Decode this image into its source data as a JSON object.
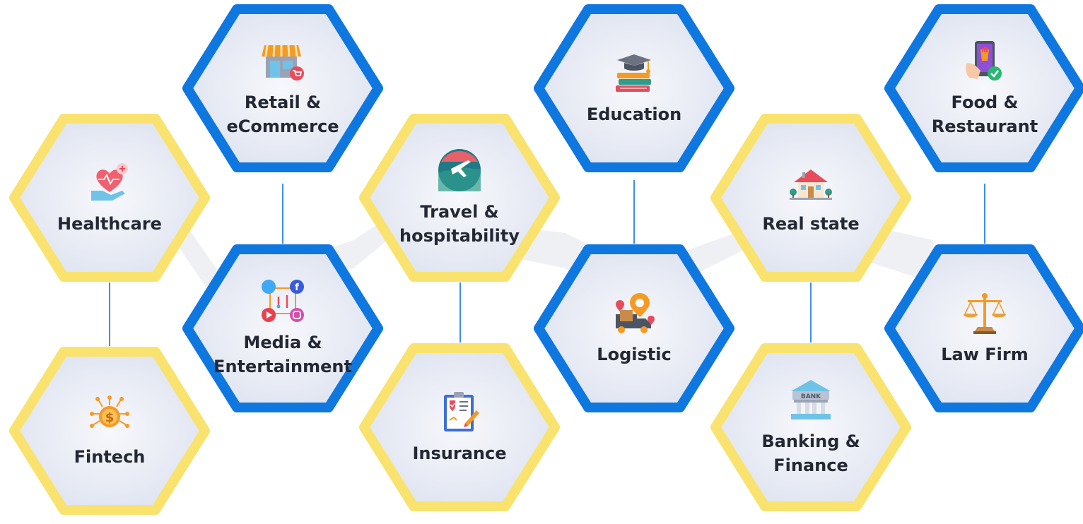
{
  "colors": {
    "yellow_border": "#f9e36e",
    "blue_border": "#0f77e0",
    "hex_fill_center": "#f7f8fc",
    "hex_fill_edge": "#dde2ef",
    "connector_line": "#3d8fe3",
    "band": "#eceef3",
    "label_text": "#232833"
  },
  "industries": [
    {
      "id": "healthcare",
      "label": "Healthcare",
      "border": "yellow",
      "icon": "heart-hand-icon"
    },
    {
      "id": "fintech",
      "label": "Fintech",
      "border": "yellow",
      "icon": "dollar-coin-circuit-icon"
    },
    {
      "id": "retail",
      "label": "Retail &\neCommerce",
      "border": "blue",
      "icon": "storefront-cart-icon"
    },
    {
      "id": "media",
      "label": "Media &\nEntertainment",
      "border": "blue",
      "icon": "social-media-icon"
    },
    {
      "id": "travel",
      "label": "Travel &\nhospitability",
      "border": "yellow",
      "icon": "globe-airplane-icon"
    },
    {
      "id": "insurance",
      "label": "Insurance",
      "border": "yellow",
      "icon": "clipboard-shield-icon"
    },
    {
      "id": "education",
      "label": "Education",
      "border": "blue",
      "icon": "graduation-books-icon"
    },
    {
      "id": "logistic",
      "label": "Logistic",
      "border": "blue",
      "icon": "delivery-truck-pin-icon"
    },
    {
      "id": "realestate",
      "label": "Real state",
      "border": "yellow",
      "icon": "house-icon"
    },
    {
      "id": "banking",
      "label": "Banking &\nFinance",
      "border": "yellow",
      "icon": "bank-building-icon"
    },
    {
      "id": "food",
      "label": "Food &\nRestaurant",
      "border": "blue",
      "icon": "phone-order-icon"
    },
    {
      "id": "law",
      "label": "Law Firm",
      "border": "blue",
      "icon": "scales-of-justice-icon"
    }
  ],
  "bank_icon_text": "BANK"
}
